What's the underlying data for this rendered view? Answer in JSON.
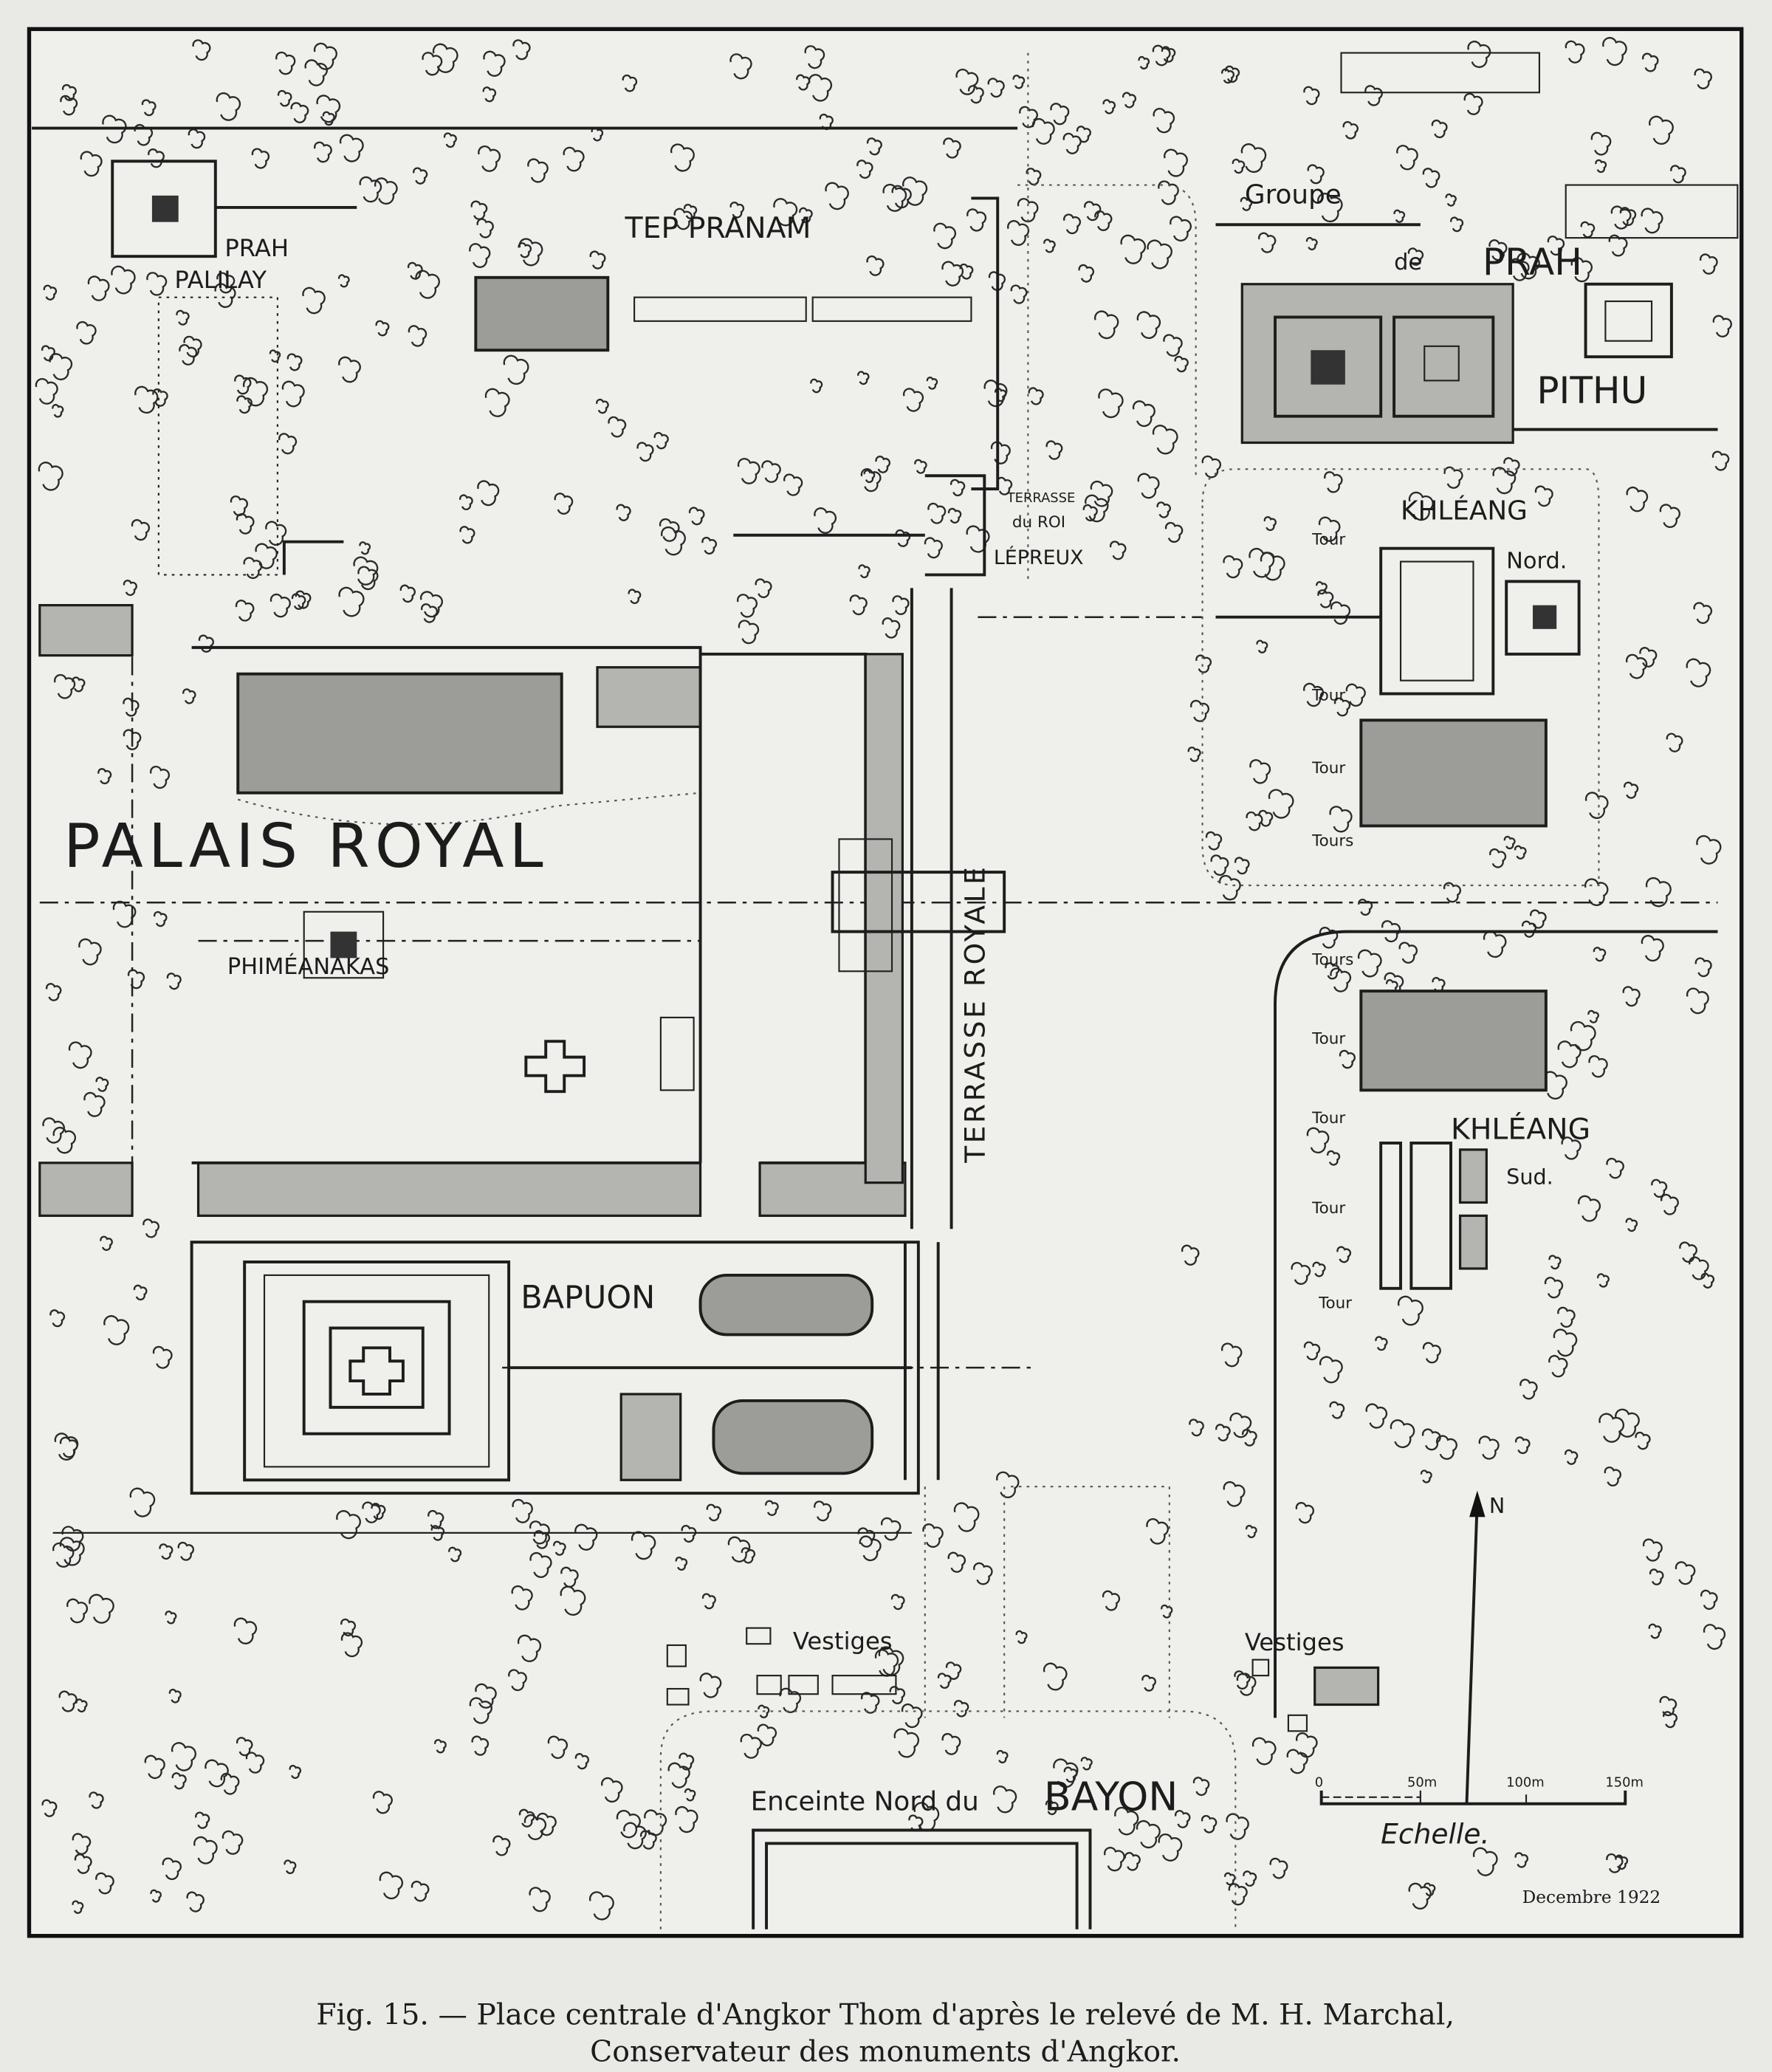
{
  "map": {
    "labels": {
      "tep_pranam": "TEP PRANAM",
      "prah_palilay_1": "PRAH",
      "prah_palilay_2": "PALILAY",
      "groupe": "Groupe",
      "de": "de",
      "prah": "PRAH",
      "pithu": "PITHU",
      "terrasse_roi_1": "TERRASSE",
      "terrasse_roi_2": "du ROI",
      "terrasse_roi_3": "LÉPREUX",
      "khleang_nord_1": "KHLÉANG",
      "khleang_nord_2": "Nord.",
      "khleang_sud_1": "KHLÉANG",
      "khleang_sud_2": "Sud.",
      "tour": "Tour",
      "tours": "Tours",
      "palais_royal": "PALAIS ROYAL",
      "phimeanakas": "PHIMÉANAKAS",
      "terrasse_royale": "TERRASSE ROYALE",
      "bapuon": "BAPUON",
      "vestiges_1": "Vestiges",
      "vestiges_2": "Vestiges",
      "enceinte": "Enceinte Nord du",
      "bayon": "BAYON",
      "north": "N",
      "date": "Decembre 1922"
    },
    "scale": {
      "title": "Echelle.",
      "ticks": [
        "0",
        "50m",
        "100m",
        "150m"
      ]
    }
  },
  "caption": {
    "line1": "Fig. 15. — Place centrale d'Angkor Thom d'après le relevé de M. H. Marchal,",
    "line2": "Conservateur des monuments d'Angkor."
  }
}
